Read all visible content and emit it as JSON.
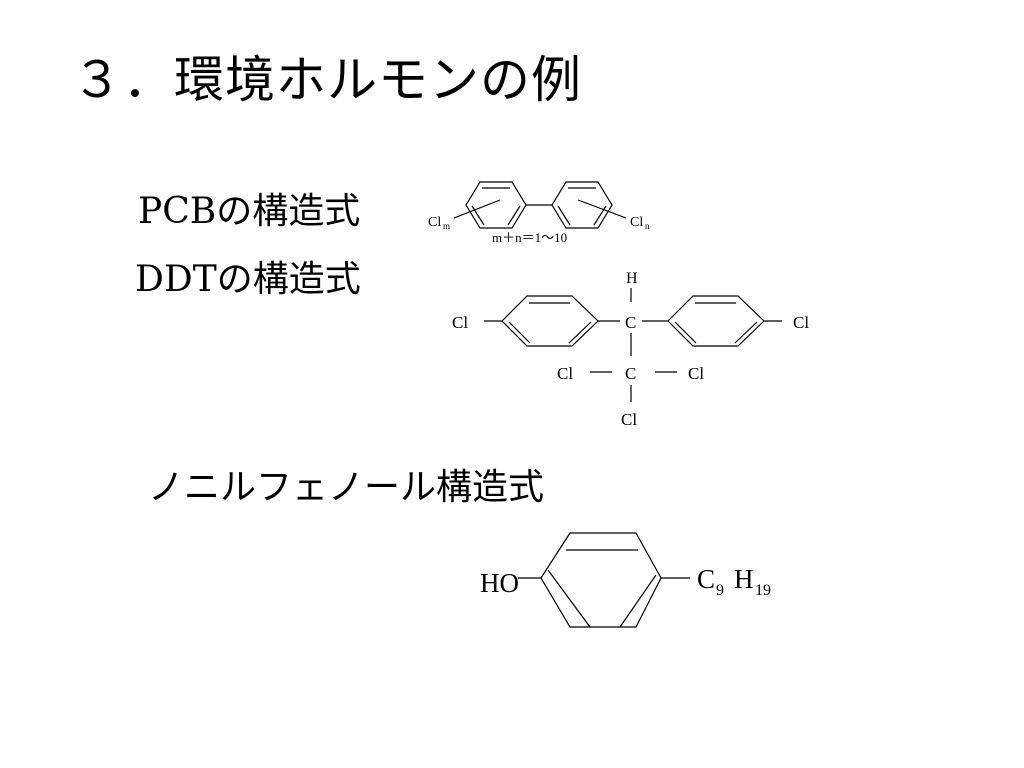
{
  "slide": {
    "title": "３．環境ホルモンの例",
    "pcb": {
      "label_latin": "PCB",
      "label_jp": "の構造式",
      "left_sub": "Clm",
      "right_sub": "Cln",
      "formula_note": "m＋n＝1～10"
    },
    "ddt": {
      "label_latin": "DDT",
      "label_jp": "の構造式",
      "h": "H",
      "c_top": "C",
      "c_mid": "C",
      "cl_left": "Cl",
      "cl_right": "Cl",
      "cl_mid_left": "Cl",
      "cl_mid_right": "Cl",
      "cl_bottom": "Cl"
    },
    "nonylphenol": {
      "label": "ノニルフェノール構造式",
      "ho": "HO",
      "c": "C",
      "c_sub": "9",
      "h": "H",
      "h_sub": "19"
    }
  }
}
